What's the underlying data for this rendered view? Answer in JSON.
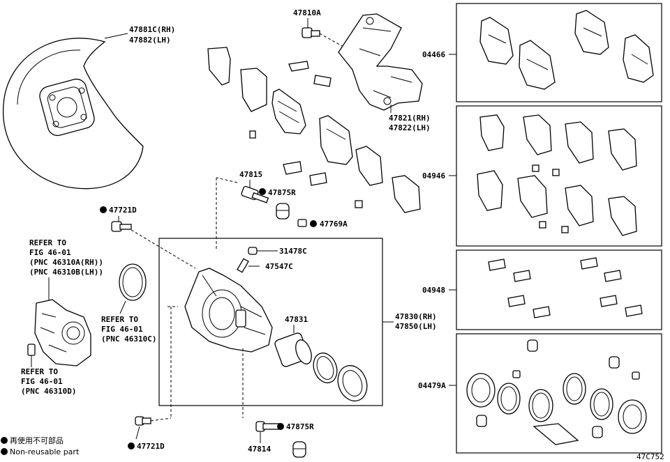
{
  "labels": {
    "dust_cover": "47881C(RH)",
    "dust_cover_lh": "47882(LH)",
    "bolt_top": "47810A",
    "mounting": "47821(RH)",
    "mounting_lh": "47822(LH)",
    "slide_pin_upper": "47815",
    "boot_upper": "47875R",
    "bush": "47769A",
    "bolt_upper": "47721D",
    "cap": "31478C",
    "bleeder": "47547C",
    "piston": "47831",
    "caliper": "47830(RH)",
    "caliper_lh": "47850(LH)",
    "slide_pin_lower": "47814",
    "boot_lower": "47875R",
    "bolt_lower": "47721D",
    "pad_kit": "04466",
    "shim_kit": "04946",
    "fitting_kit": "04948",
    "seal_kit": "04479A",
    "diagram_code": "47C752"
  },
  "references": {
    "knuckle": [
      "REFER TO",
      "FIG 46-01",
      "(PNC 46310A(RH))",
      "(PNC 46310B(LH))"
    ],
    "hub": [
      "REFER TO",
      "FIG 46-01",
      "(PNC 46310C)"
    ],
    "hub_bolt": [
      "REFER TO",
      "FIG 46-01",
      "(PNC 46310D)"
    ]
  },
  "legend": {
    "jp": "再使用不可部品",
    "en": "Non-reusable part"
  }
}
